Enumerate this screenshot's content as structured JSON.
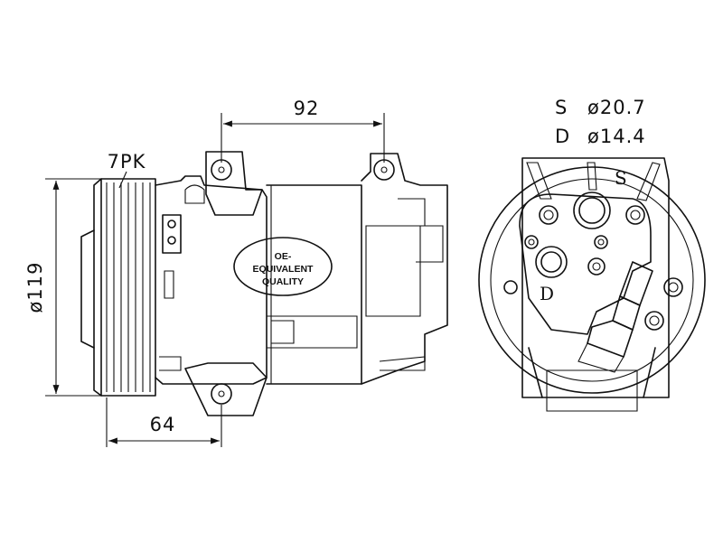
{
  "dimensions": {
    "top_width": "92",
    "pulley_grooves": "7PK",
    "pulley_diameter": "ø119",
    "pulley_offset": "64"
  },
  "badge": {
    "line1": "OE-",
    "line2": "EQUIVALENT",
    "line3": "QUALITY"
  },
  "ports": {
    "suction_label": "S",
    "suction_diameter": "ø20.7",
    "discharge_label": "D",
    "discharge_diameter": "ø14.4",
    "suction_marker": "S",
    "discharge_marker": "D"
  }
}
